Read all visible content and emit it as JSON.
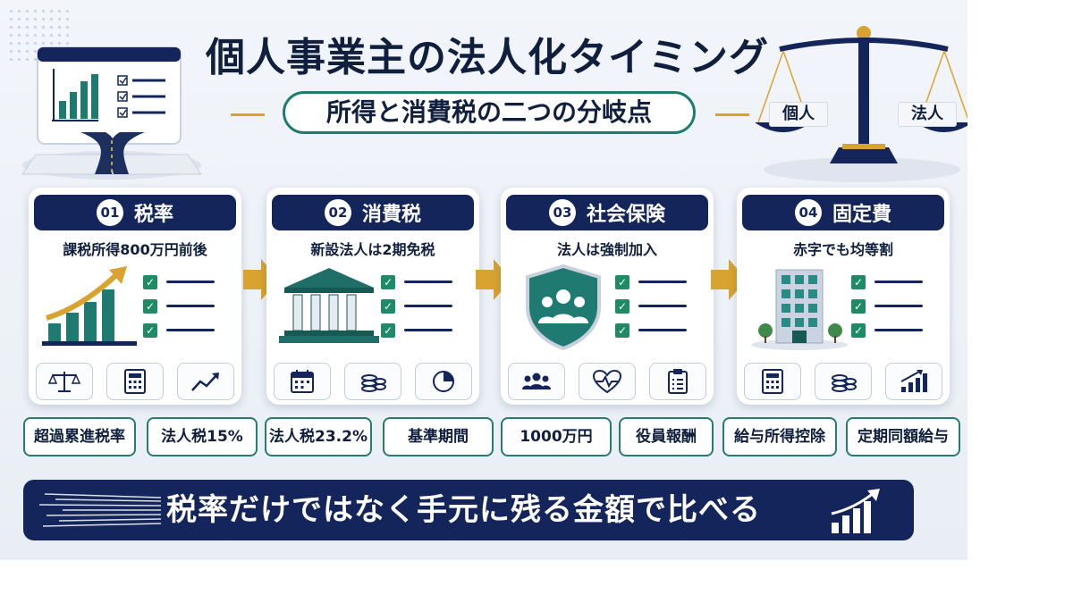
{
  "title": "個人事業主の法人化タイミング",
  "subtitle": "所得と消費税の二つの分岐点",
  "scale": {
    "left_label": "個人",
    "right_label": "法人"
  },
  "panels": [
    {
      "number": "01",
      "title": "税率",
      "subtitle": "課税所得800万円前後",
      "illustration": "bar-chart-up-arrow",
      "icons": [
        "scale-icon",
        "calculator-icon",
        "trend-up-icon"
      ]
    },
    {
      "number": "02",
      "title": "消費税",
      "subtitle": "新設法人は2期免税",
      "illustration": "government-building",
      "icons": [
        "calendar-icon",
        "coins-icon",
        "pie-chart-icon"
      ]
    },
    {
      "number": "03",
      "title": "社会保険",
      "subtitle": "法人は強制加入",
      "illustration": "shield-people",
      "icons": [
        "people-icon",
        "heartbeat-icon",
        "clipboard-icon"
      ]
    },
    {
      "number": "04",
      "title": "固定費",
      "subtitle": "赤字でも均等割",
      "illustration": "office-building",
      "icons": [
        "calculator-icon",
        "coins-icon",
        "bar-chart-icon"
      ]
    }
  ],
  "tags": [
    "超過累進税率",
    "法人税15%",
    "法人税23.2%",
    "基準期間",
    "1000万円",
    "役員報酬",
    "給与所得控除",
    "定期同額給与"
  ],
  "banner": {
    "text": "税率だけではなく手元に残る金額で比べる"
  },
  "colors": {
    "navy": "#13255a",
    "teal": "#1f7a72",
    "gold": "#d9a32f",
    "check_green": "#1f8a66"
  }
}
